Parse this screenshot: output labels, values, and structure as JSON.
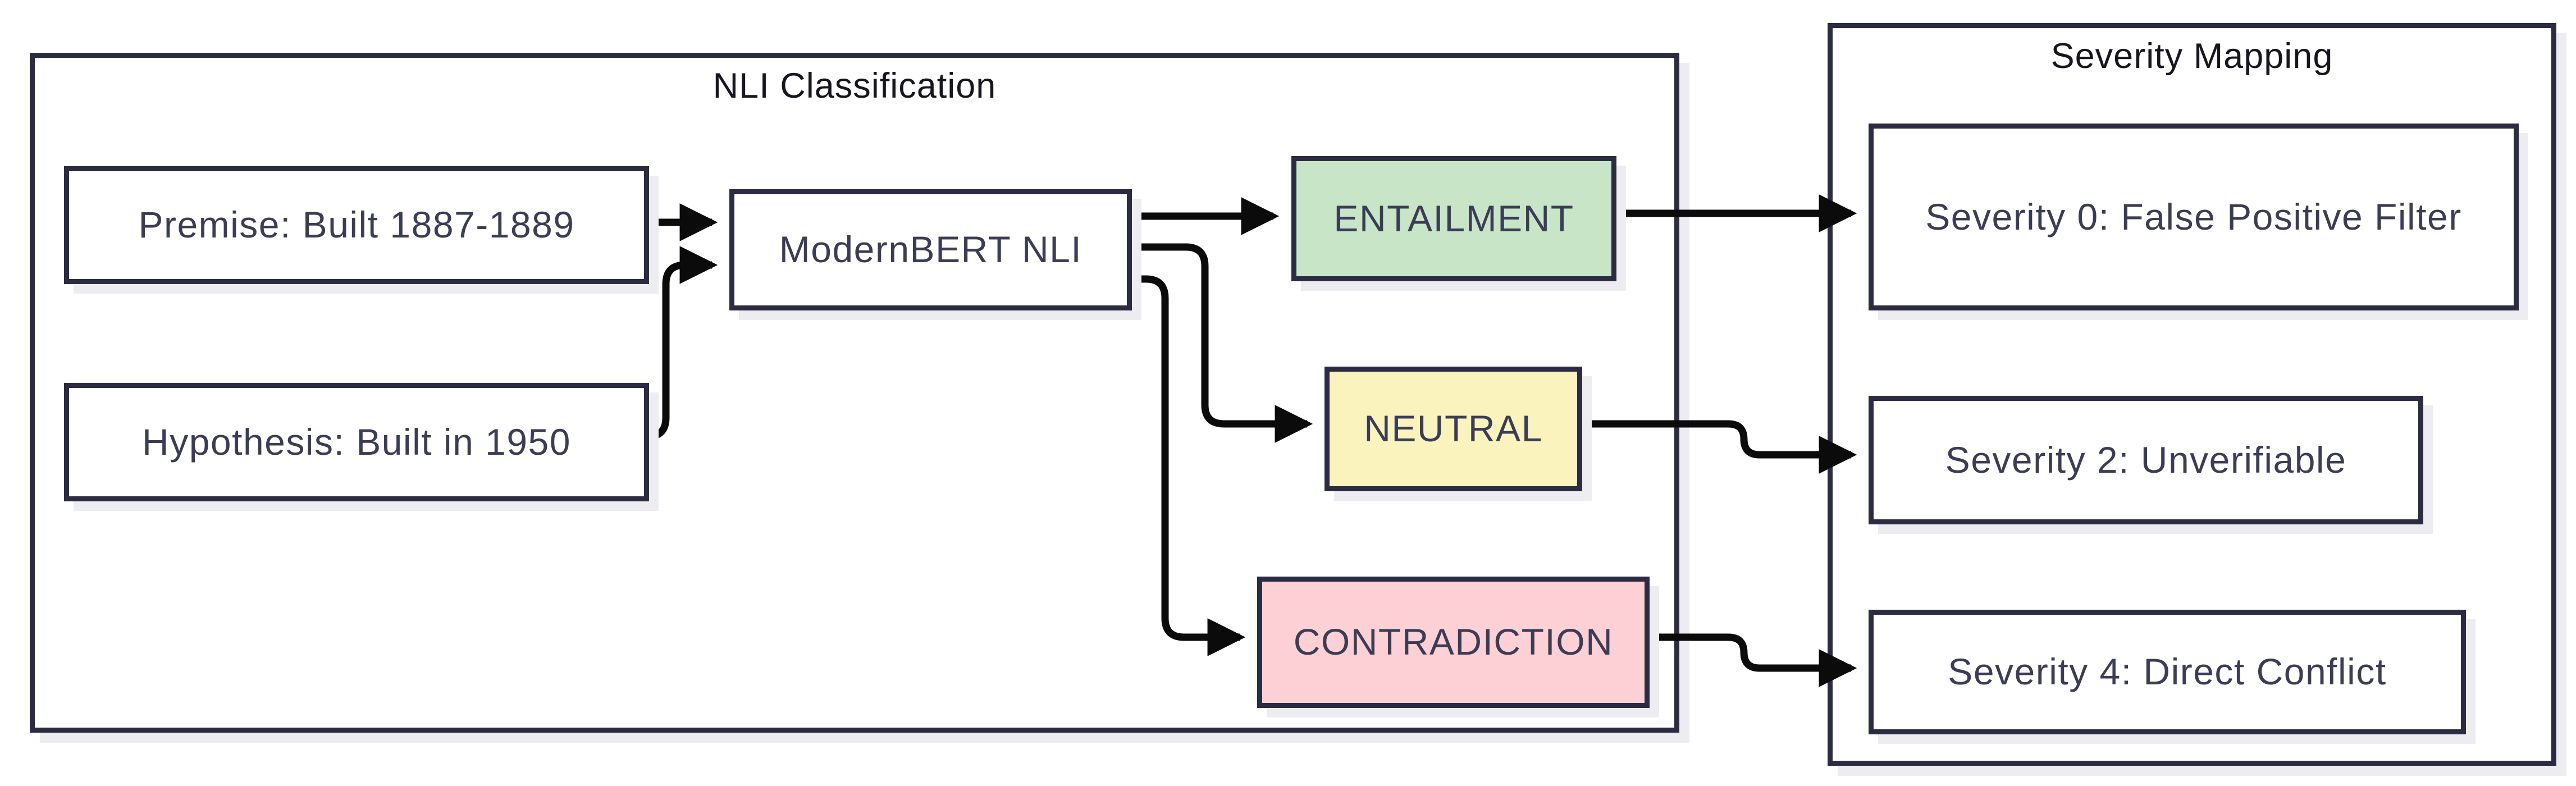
{
  "diagram": {
    "containers": {
      "nli": {
        "title": "NLI Classification"
      },
      "severity": {
        "title": "Severity Mapping"
      }
    },
    "nodes": {
      "premise": {
        "label": "Premise: Built 1887-1889",
        "fill": "#ffffff"
      },
      "hypothesis": {
        "label": "Hypothesis: Built in 1950",
        "fill": "#ffffff"
      },
      "model": {
        "label": "ModernBERT NLI",
        "fill": "#ffffff"
      },
      "entailment": {
        "label": "ENTAILMENT",
        "fill": "#c9e5c8"
      },
      "neutral": {
        "label": "NEUTRAL",
        "fill": "#fbf3bd"
      },
      "contradiction": {
        "label": "CONTRADICTION",
        "fill": "#fdd0d5"
      },
      "sev0": {
        "label": "Severity 0: False Positive Filter",
        "fill": "#ffffff"
      },
      "sev2": {
        "label": "Severity 2: Unverifiable",
        "fill": "#ffffff"
      },
      "sev4": {
        "label": "Severity 4: Direct Conflict",
        "fill": "#ffffff"
      }
    },
    "edges": [
      {
        "from": "premise",
        "to": "model"
      },
      {
        "from": "hypothesis",
        "to": "model"
      },
      {
        "from": "model",
        "to": "entailment"
      },
      {
        "from": "model",
        "to": "neutral"
      },
      {
        "from": "model",
        "to": "contradiction"
      },
      {
        "from": "entailment",
        "to": "sev0"
      },
      {
        "from": "neutral",
        "to": "sev2"
      },
      {
        "from": "contradiction",
        "to": "sev4"
      }
    ]
  },
  "colors": {
    "border": "#2b2c41",
    "node-text": "#3b3c55",
    "title-text": "#16161e",
    "arrow": "#0b0b0b",
    "shadow": "#ededf1",
    "canvas-bg": "#ffffff"
  }
}
